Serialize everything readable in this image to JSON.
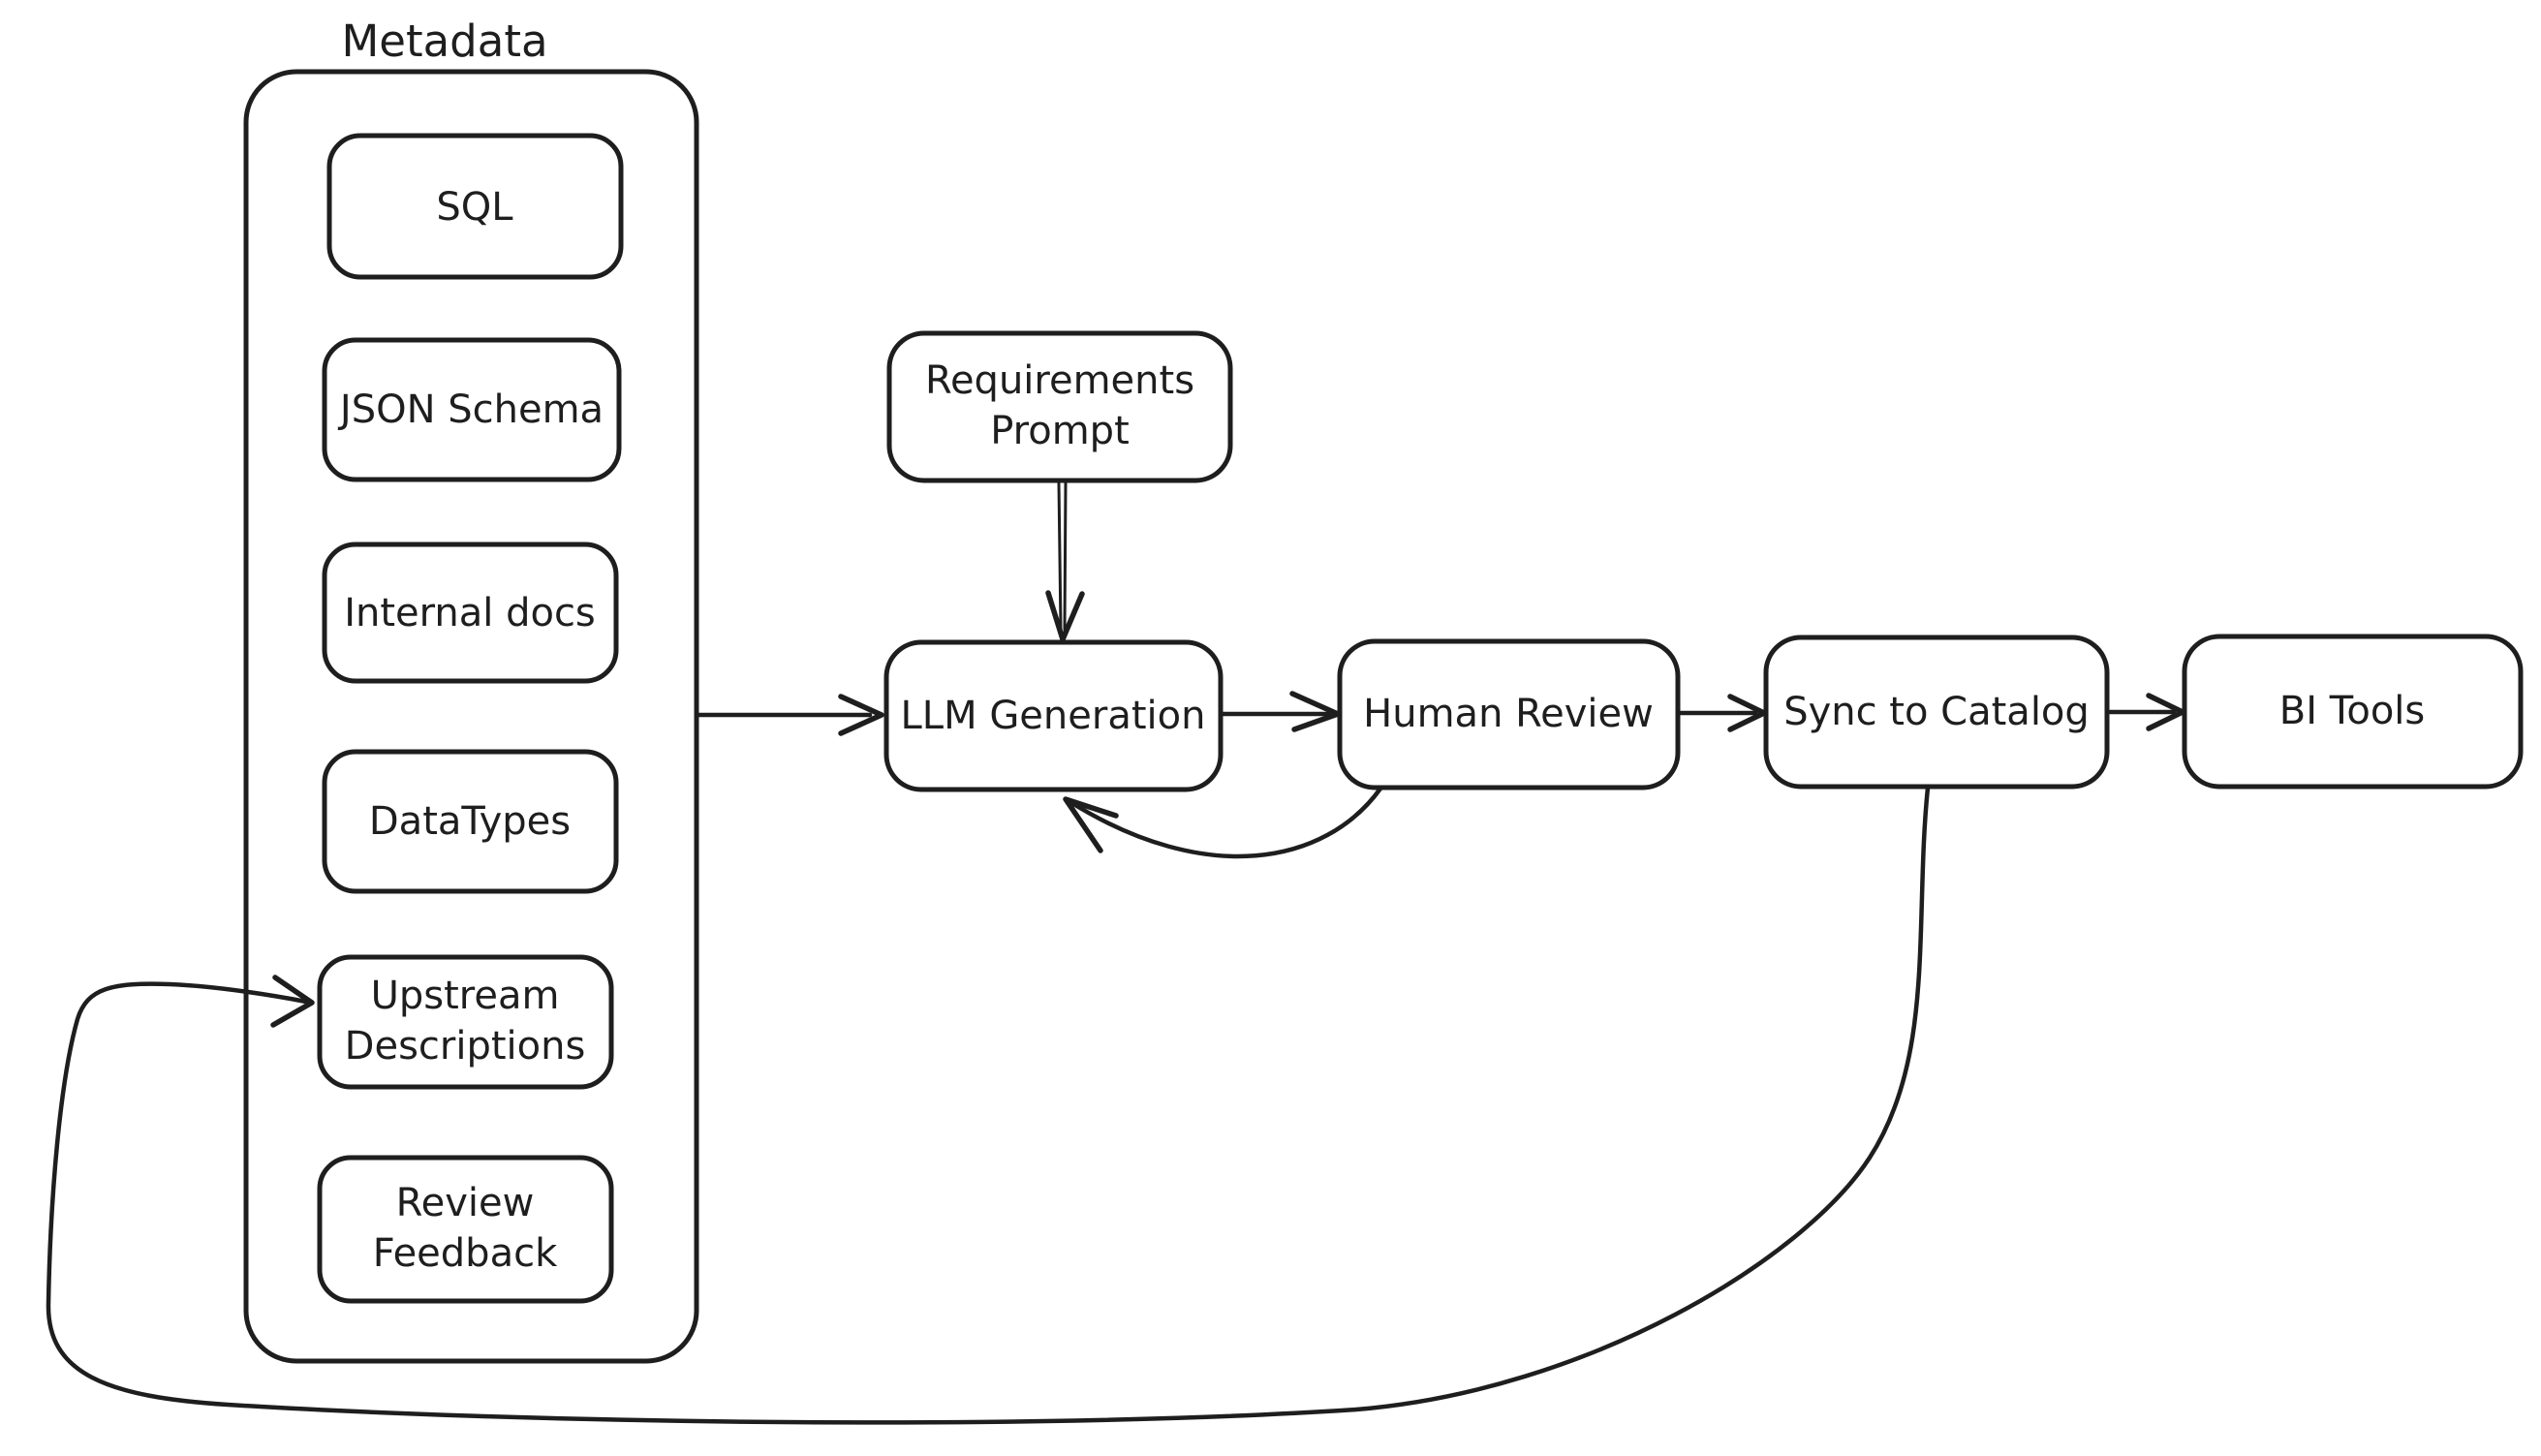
{
  "title": "Metadata",
  "nodes": {
    "sql": {
      "lines": [
        "SQL"
      ]
    },
    "json_schema": {
      "lines": [
        "JSON Schema"
      ]
    },
    "internal_docs": {
      "lines": [
        "Internal docs"
      ]
    },
    "datatypes": {
      "lines": [
        "DataTypes"
      ]
    },
    "upstream_descriptions": {
      "lines": [
        "Upstream",
        "Descriptions"
      ]
    },
    "review_feedback": {
      "lines": [
        "Review",
        "Feedback"
      ]
    },
    "requirements_prompt": {
      "lines": [
        "Requirements",
        "Prompt"
      ]
    },
    "llm_generation": {
      "lines": [
        "LLM Generation"
      ]
    },
    "human_review": {
      "lines": [
        "Human Review"
      ]
    },
    "sync_to_catalog": {
      "lines": [
        "Sync to Catalog"
      ]
    },
    "bi_tools": {
      "lines": [
        "BI Tools"
      ]
    }
  },
  "edges": [
    {
      "from": "Metadata",
      "to": "LLM Generation"
    },
    {
      "from": "Requirements Prompt",
      "to": "LLM Generation"
    },
    {
      "from": "LLM Generation",
      "to": "Human Review"
    },
    {
      "from": "Human Review",
      "to": "LLM Generation",
      "type": "feedback"
    },
    {
      "from": "Human Review",
      "to": "Sync to Catalog"
    },
    {
      "from": "Sync to Catalog",
      "to": "BI Tools"
    },
    {
      "from": "Sync to Catalog",
      "to": "Upstream Descriptions",
      "type": "feedback"
    }
  ],
  "colors": {
    "stroke": "#1e1e1e",
    "background": "#ffffff"
  }
}
